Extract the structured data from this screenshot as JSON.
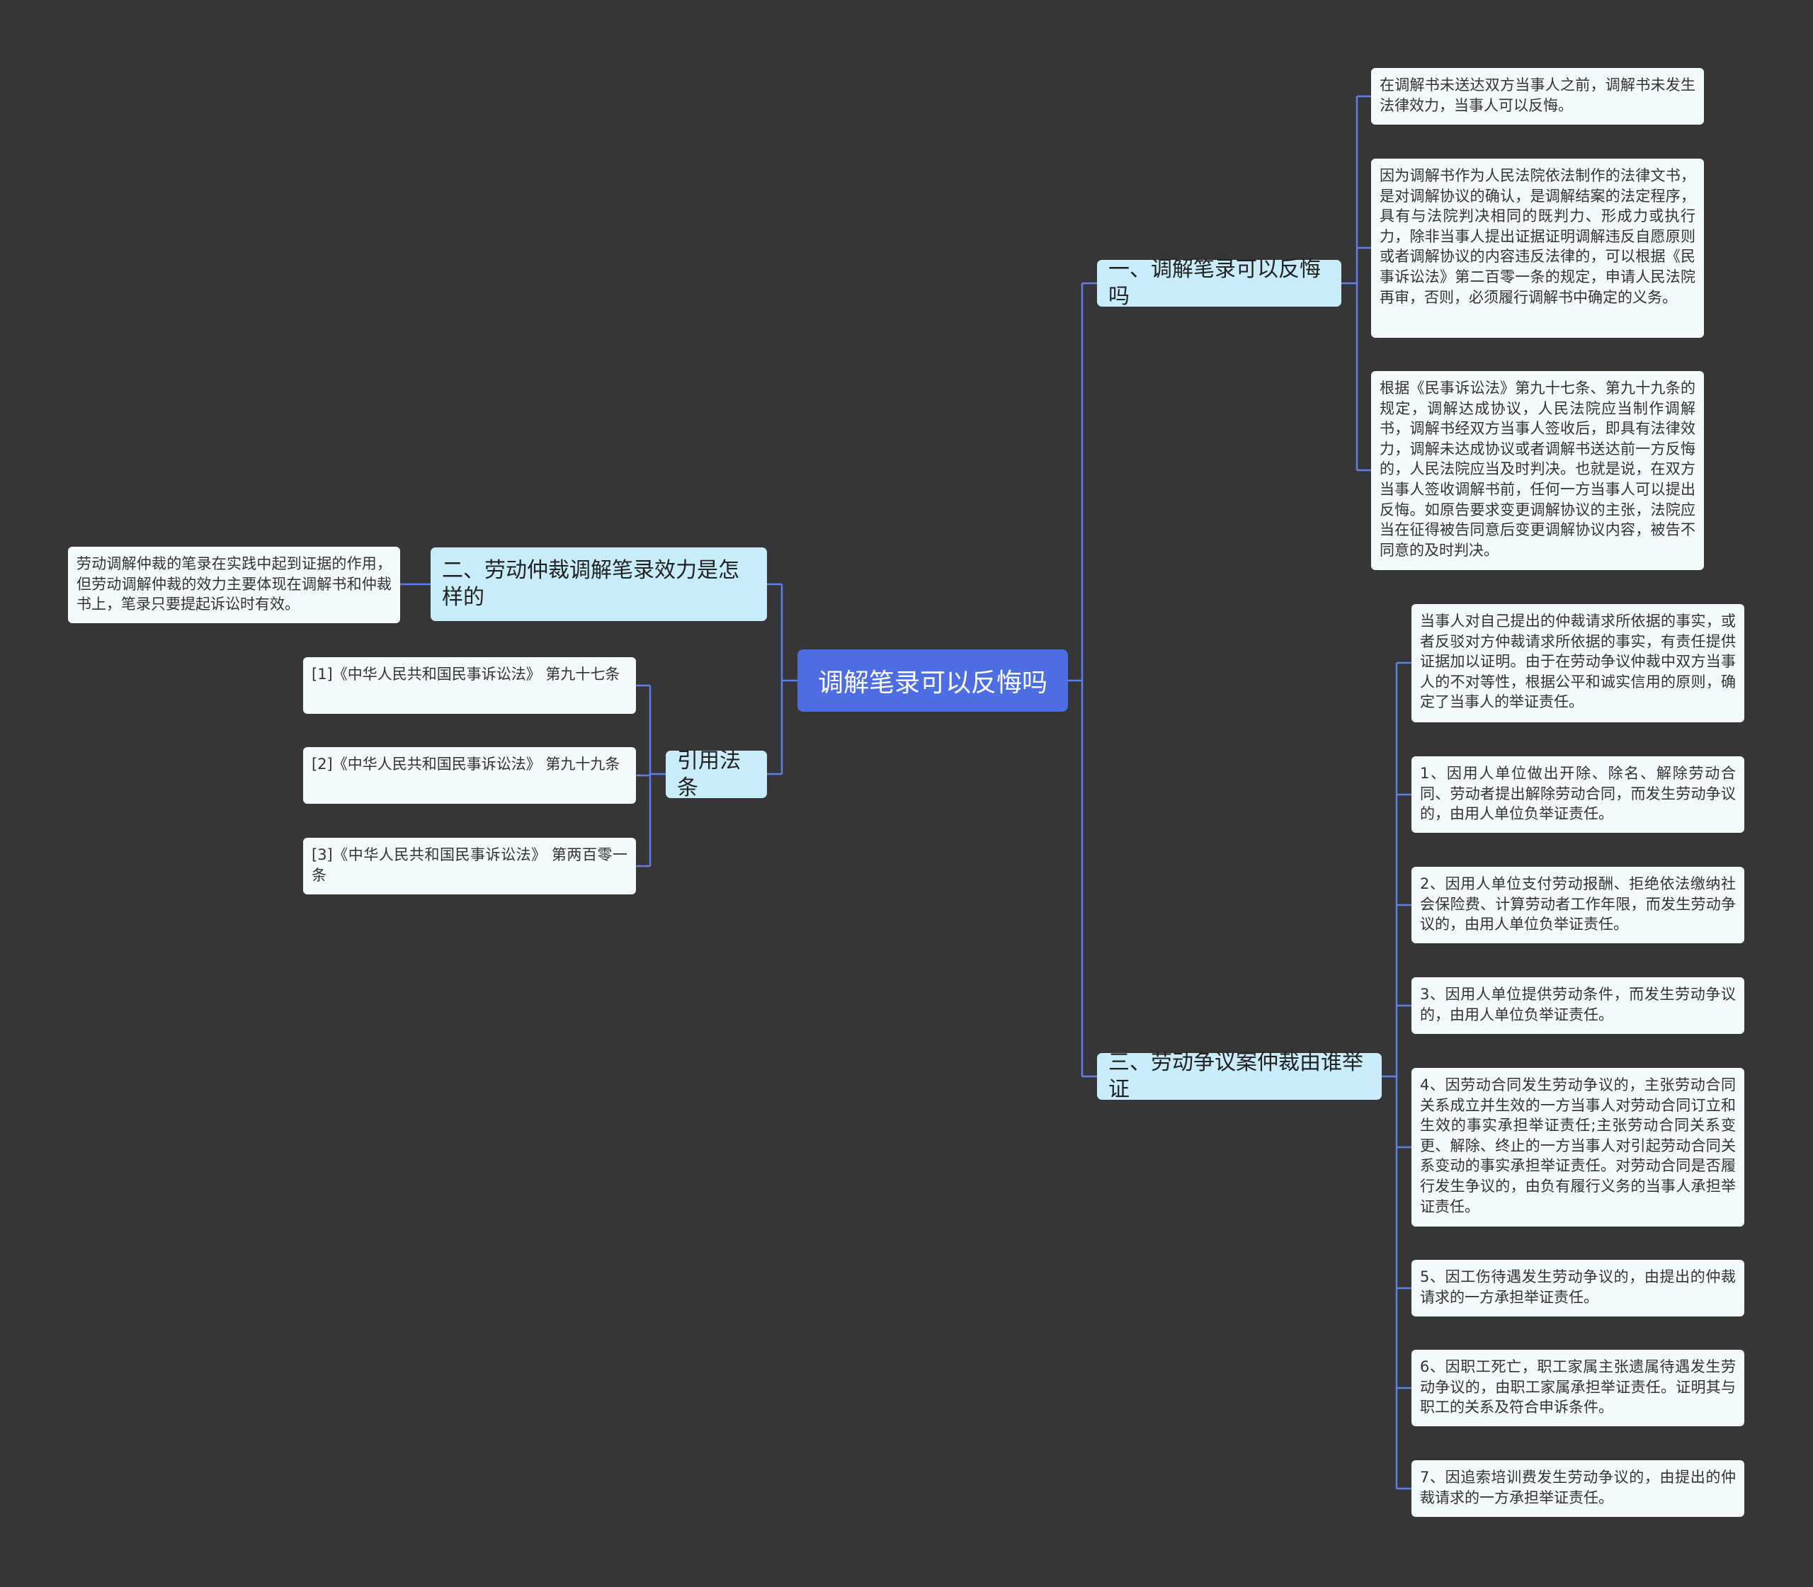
{
  "root": {
    "label": "调解笔录可以反悔吗"
  },
  "branch1": {
    "label": "一、调解笔录可以反悔吗",
    "leaves": [
      "在调解书未送达双方当事人之前，调解书未发生法律效力，当事人可以反悔。",
      "因为调解书作为人民法院依法制作的法律文书，是对调解协议的确认，是调解结案的法定程序，具有与法院判决相同的既判力、形成力或执行力，除非当事人提出证据证明调解违反自愿原则或者调解协议的内容违反法律的，可以根据《民事诉讼法》第二百零一条的规定，申请人民法院再审，否则，必须履行调解书中确定的义务。",
      "根据《民事诉讼法》第九十七条、第九十九条的规定，调解达成协议，人民法院应当制作调解书，调解书经双方当事人签收后，即具有法律效力，调解未达成协议或者调解书送达前一方反悔的，人民法院应当及时判决。也就是说，在双方当事人签收调解书前，任何一方当事人可以提出反悔。如原告要求变更调解协议的主张，法院应当在征得被告同意后变更调解协议内容，被告不同意的及时判决。"
    ]
  },
  "branch2": {
    "label": "二、劳动仲裁调解笔录效力是怎样的",
    "leaves": [
      "劳动调解仲裁的笔录在实践中起到证据的作用，但劳动调解仲裁的效力主要体现在调解书和仲裁书上，笔录只要提起诉讼时有效。"
    ]
  },
  "branch3": {
    "label": "引用法条",
    "leaves": [
      "[1]《中华人民共和国民事诉讼法》 第九十七条",
      "[2]《中华人民共和国民事诉讼法》 第九十九条",
      "[3]《中华人民共和国民事诉讼法》 第两百零一条"
    ]
  },
  "branch4": {
    "label": "三、劳动争议案仲裁由谁举证",
    "leaves": [
      "当事人对自己提出的仲裁请求所依据的事实，或者反驳对方仲裁请求所依据的事实，有责任提供证据加以证明。由于在劳动争议仲裁中双方当事人的不对等性，根据公平和诚实信用的原则，确定了当事人的举证责任。",
      "1、因用人单位做出开除、除名、解除劳动合同、劳动者提出解除劳动合同，而发生劳动争议的，由用人单位负举证责任。",
      "2、因用人单位支付劳动报酬、拒绝依法缴纳社会保险费、计算劳动者工作年限，而发生劳动争议的，由用人单位负举证责任。",
      "3、因用人单位提供劳动条件，而发生劳动争议的，由用人单位负举证责任。",
      "4、因劳动合同发生劳动争议的，主张劳动合同关系成立并生效的一方当事人对劳动合同订立和生效的事实承担举证责任;主张劳动合同关系变更、解除、终止的一方当事人对引起劳动合同关系变动的事实承担举证责任。对劳动合同是否履行发生争议的，由负有履行义务的当事人承担举证责任。",
      "5、因工伤待遇发生劳动争议的，由提出的仲裁请求的一方承担举证责任。",
      "6、因职工死亡，职工家属主张遗属待遇发生劳动争议的，由职工家属承担举证责任。证明其与职工的关系及符合申诉条件。",
      "7、因追索培训费发生劳动争议的，由提出的仲裁请求的一方承担举证责任。"
    ]
  },
  "colors": {
    "background": "#363538",
    "connector": "#5d7fe6",
    "root": "#4d6de3",
    "branch": "#c9ecfb",
    "leaf": "#f3fafd"
  }
}
